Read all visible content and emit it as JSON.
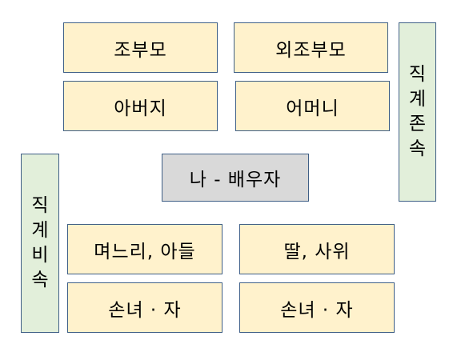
{
  "ancestors": {
    "paternal_grandparents": "조부모",
    "maternal_grandparents": "외조부모",
    "father": "아버지",
    "mother": "어머니"
  },
  "center": {
    "self_spouse": "나 - 배우자"
  },
  "descendants": {
    "son_and_wife": "며느리, 아들",
    "daughter_and_husband": "딸, 사위",
    "grandchildren_left": "손녀 · 자",
    "grandchildren_right": "손녀 · 자"
  },
  "side_labels": {
    "lineal_ascendants": "직계존속",
    "lineal_descendants": "직계비속"
  },
  "colors": {
    "relative_box_fill": "#fff2cc",
    "self_box_fill": "#d9d9d9",
    "side_label_fill": "#e2efda",
    "border": "#3f5f86"
  }
}
